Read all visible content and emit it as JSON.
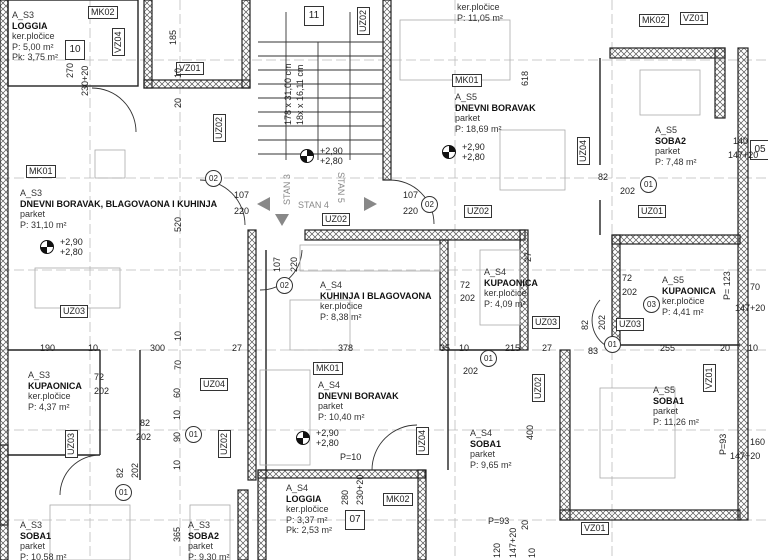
{
  "rooms": [
    {
      "unit": "A_S3",
      "name": "LOGGIA",
      "floor": "ker.pločice",
      "area": "P: 5,00 m²",
      "area2": "Pk: 3,75 m²"
    },
    {
      "unit": "",
      "name": "",
      "floor": "ker.pločice",
      "area": "P: 11,05 m²"
    },
    {
      "unit": "A_S5",
      "name": "DNEVNI BORAVAK",
      "floor": "parket",
      "area": "P: 18,69 m²"
    },
    {
      "unit": "A_S5",
      "name": "SOBA2",
      "floor": "parket",
      "area": "P: 7,48 m²"
    },
    {
      "unit": "A_S3",
      "name": "DNEVNI BORAVAK, BLAGOVAONA I KUHINJA",
      "floor": "parket",
      "area": "P: 31,10 m²"
    },
    {
      "unit": "A_S4",
      "name": "KUHINJA I BLAGOVAONA",
      "floor": "ker.pločice",
      "area": "P: 8,38 m²"
    },
    {
      "unit": "A_S4",
      "name": "KUPAONICA",
      "floor": "ker.pločice",
      "area": "P: 4,09 m²"
    },
    {
      "unit": "A_S5",
      "name": "KUPAONICA",
      "floor": "ker.pločice",
      "area": "P: 4,41 m²"
    },
    {
      "unit": "A_S3",
      "name": "KUPAONICA",
      "floor": "ker.pločice",
      "area": "P: 4,37 m²"
    },
    {
      "unit": "A_S4",
      "name": "DNEVNI BORAVAK",
      "floor": "parket",
      "area": "P: 10,40 m²"
    },
    {
      "unit": "A_S5",
      "name": "SOBA1",
      "floor": "parket",
      "area": "P: 11,26 m²"
    },
    {
      "unit": "A_S4",
      "name": "SOBA1",
      "floor": "parket",
      "area": "P: 9,65 m²"
    },
    {
      "unit": "A_S4",
      "name": "LOGGIA",
      "floor": "ker.pločice",
      "area": "P: 3,37 m²",
      "area2": "Pk: 2,53 m²"
    },
    {
      "unit": "A_S3",
      "name": "SOBA1",
      "floor": "parket",
      "area": "P: 10,58 m²"
    },
    {
      "unit": "A_S3",
      "name": "SOBA2",
      "floor": "parket",
      "area": "P: 9,30 m²"
    }
  ],
  "tags": [
    "MK02",
    "VZ04",
    "VZ01",
    "UZ02",
    "MK01",
    "UZ03",
    "UZ04",
    "UZ03",
    "UZ02",
    "MK01",
    "UZ04",
    "MK02",
    "UZ02",
    "MK01",
    "UZ04",
    "MK02",
    "VZ01",
    "UZ01",
    "UZ02",
    "UZ02",
    "UZ03",
    "UZ03",
    "VZ01",
    "VZ01",
    "UZ02"
  ],
  "doors": [
    "10",
    "11",
    "07",
    "05",
    "02",
    "02",
    "02",
    "01",
    "01",
    "03",
    "01",
    "01",
    "01"
  ],
  "elevations": [
    {
      "top": "+2,90",
      "bottom": "+2,80"
    },
    {
      "top": "+2,90",
      "bottom": "+2,80"
    },
    {
      "top": "+2,90",
      "bottom": "+2,80"
    },
    {
      "top": "+2,90",
      "bottom": "+2,80"
    }
  ],
  "stan_labels": [
    "STAN 3",
    "STAN 4",
    "STAN 5"
  ],
  "dimensions": [
    "185",
    "270",
    "230+20",
    "10",
    "20",
    "520",
    "107",
    "220",
    "107",
    "220",
    "107",
    "220",
    "178 x 31,00 cm",
    "18x x 16,11 cm",
    "618",
    "140",
    "147+20",
    "82",
    "202",
    "190",
    "10",
    "300",
    "27",
    "10",
    "70",
    "378",
    "35",
    "10",
    "215",
    "27",
    "72",
    "202",
    "202",
    "72",
    "202",
    "82",
    "202",
    "83",
    "255",
    "20",
    "10",
    "P= 123",
    "70",
    "147+20",
    "72",
    "202",
    "82",
    "202",
    "60",
    "10",
    "90",
    "10",
    "82",
    "202",
    "365",
    "P=10",
    "280",
    "230+20",
    "400",
    "P=93",
    "P=93",
    "160",
    "147+20",
    "20",
    "10",
    "120",
    "147+20",
    "27"
  ],
  "colors": {
    "wall": "#222222",
    "hatch": "#555555",
    "furniture": "#aaaaaa",
    "grid": "#bbbbbb"
  }
}
